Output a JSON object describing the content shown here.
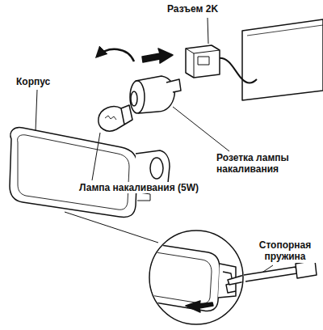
{
  "diagram": {
    "labels": [
      "Разъем 2K",
      "Корпус",
      "Розетка лампы накаливания",
      "Лампа накаливания (5W)",
      "Стопорная пружина"
    ]
  }
}
